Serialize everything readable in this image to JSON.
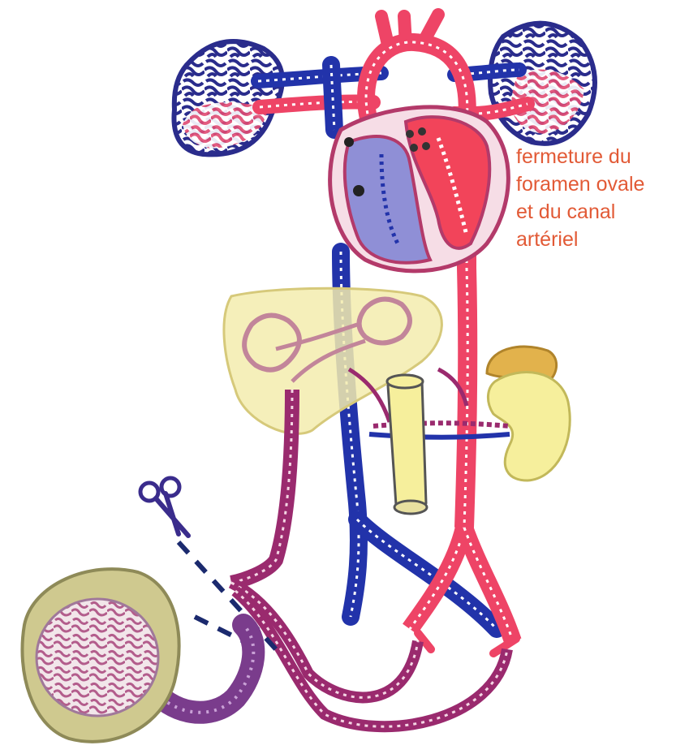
{
  "annotation": {
    "lines": [
      "fermeture du",
      "foramen ovale",
      "et du canal",
      "artériel"
    ]
  },
  "colors": {
    "venous_blue": "#2233aa",
    "arterial_red": "#ee4466",
    "mixed_purple": "#9a2a6e",
    "liver_fill": "#f3ecae",
    "placenta_fill": "#cfc98f",
    "kidney_fill": "#f6ef9c",
    "adrenal_fill": "#e2b24c",
    "heart_left": "#f2445a",
    "heart_right": "#8f8fd6",
    "annotation_text": "#e25a36"
  }
}
